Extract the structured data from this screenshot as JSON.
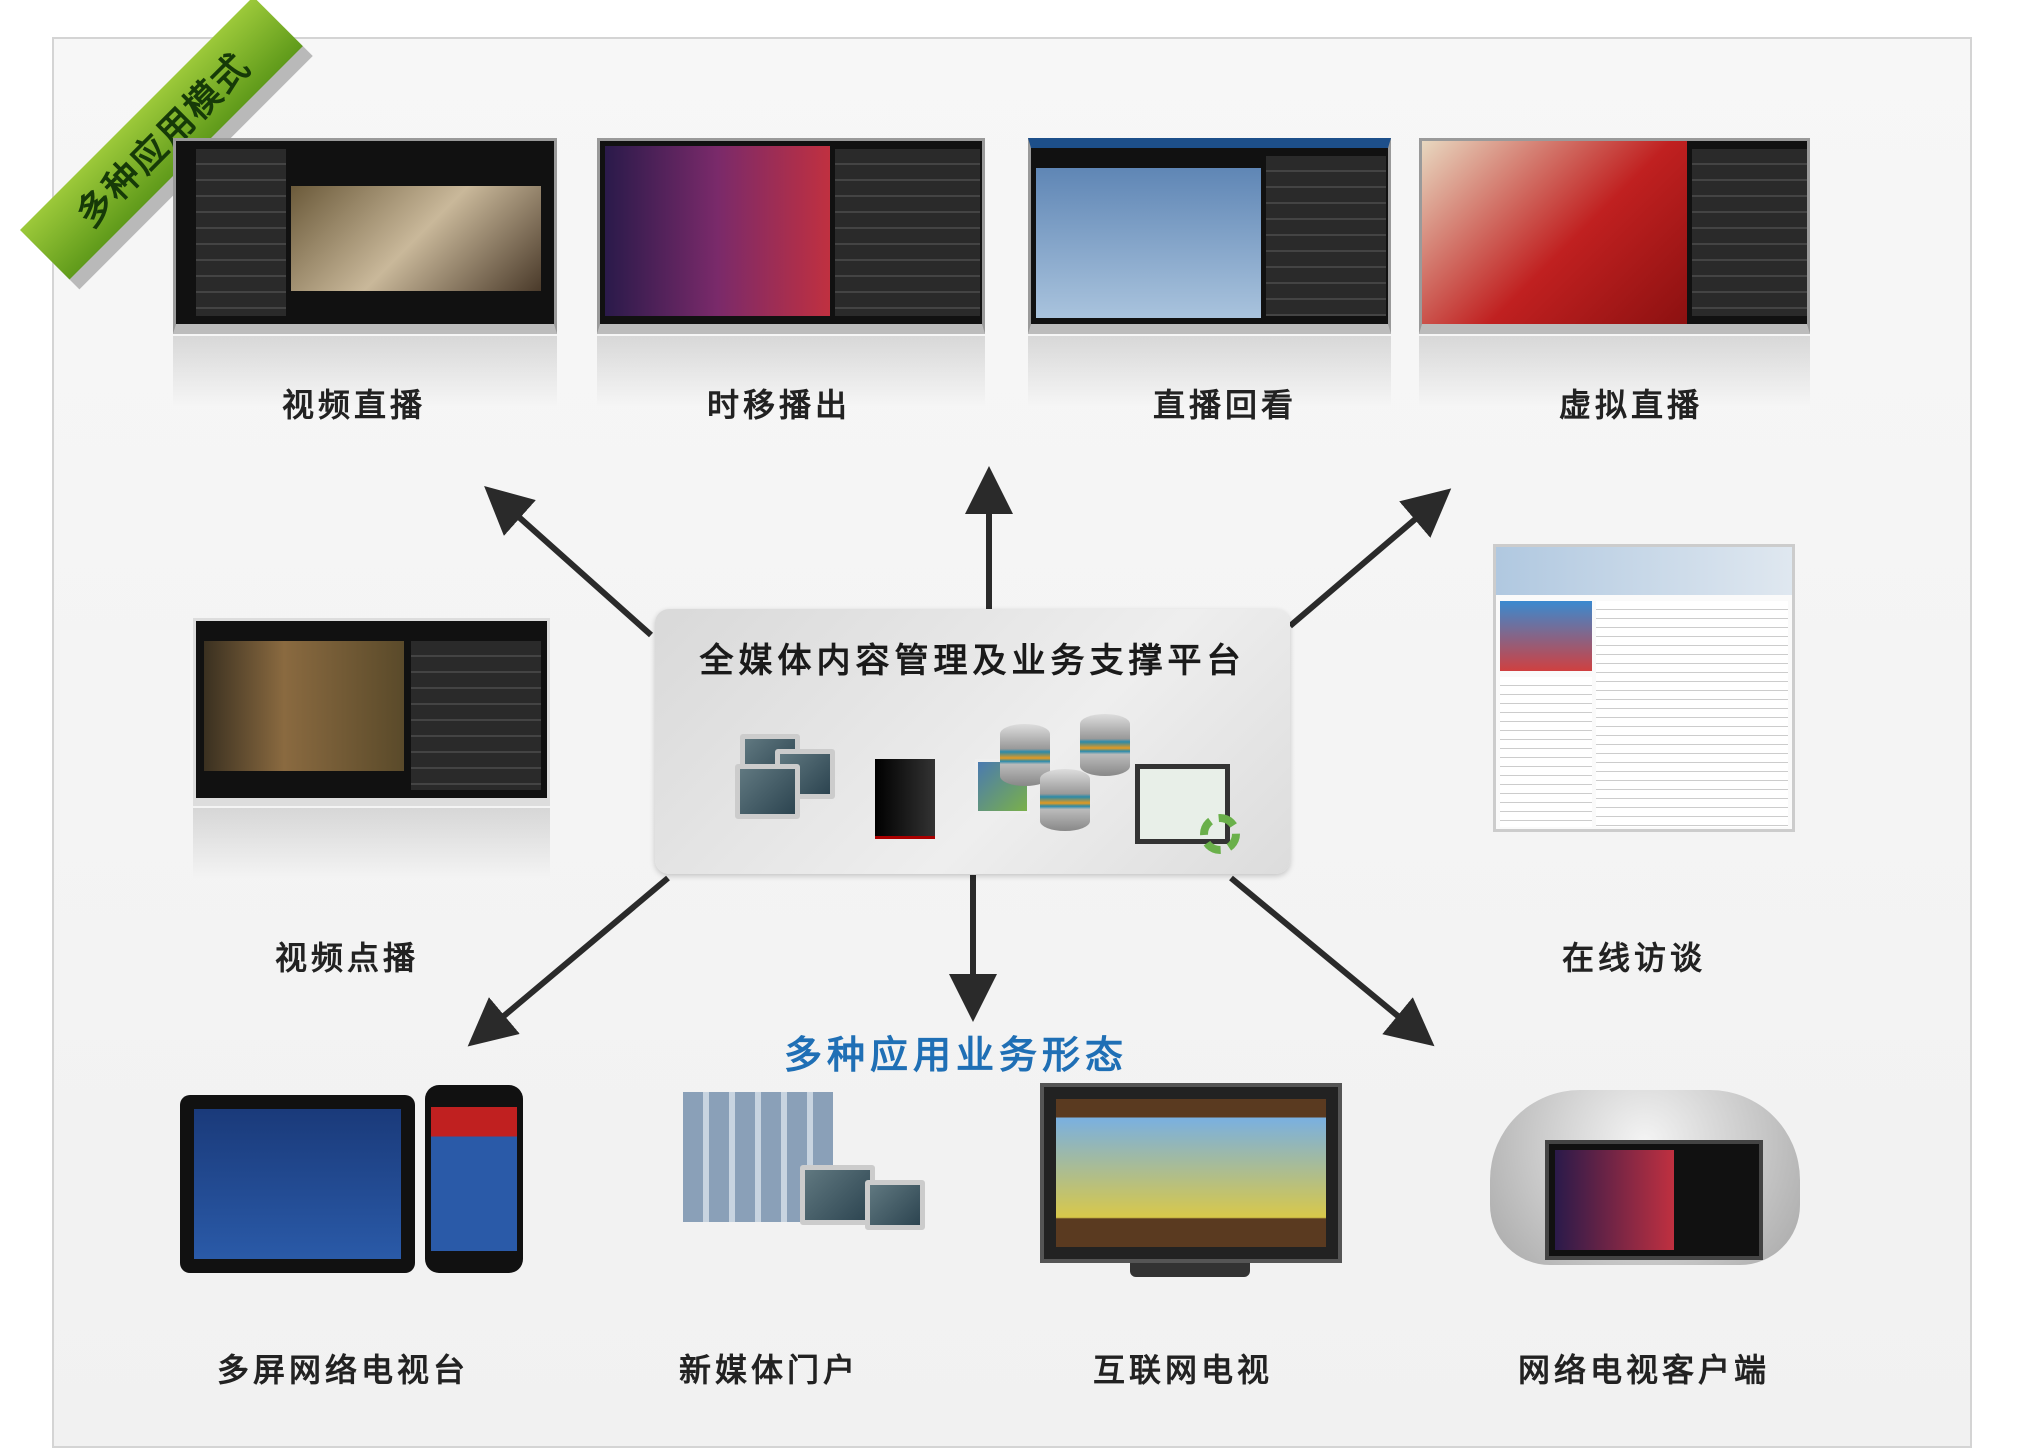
{
  "ribbon": "多种应用模式",
  "center": {
    "title": "全媒体内容管理及业务支撑平台"
  },
  "subtitle": "多种应用业务形态",
  "top_modes": [
    {
      "label": "视频直播"
    },
    {
      "label": "时移播出"
    },
    {
      "label": "直播回看"
    },
    {
      "label": "虚拟直播"
    }
  ],
  "mid_modes": [
    {
      "label": "视频点播"
    },
    {
      "label": "在线访谈"
    }
  ],
  "bottom_forms": [
    {
      "label": "多屏网络电视台"
    },
    {
      "label": "新媒体门户"
    },
    {
      "label": "互联网电视"
    },
    {
      "label": "网络电视客户端"
    }
  ],
  "colors": {
    "ribbon": "#7ab32a",
    "subtitle": "#1f6fb5",
    "arrow": "#2a2a2a"
  }
}
